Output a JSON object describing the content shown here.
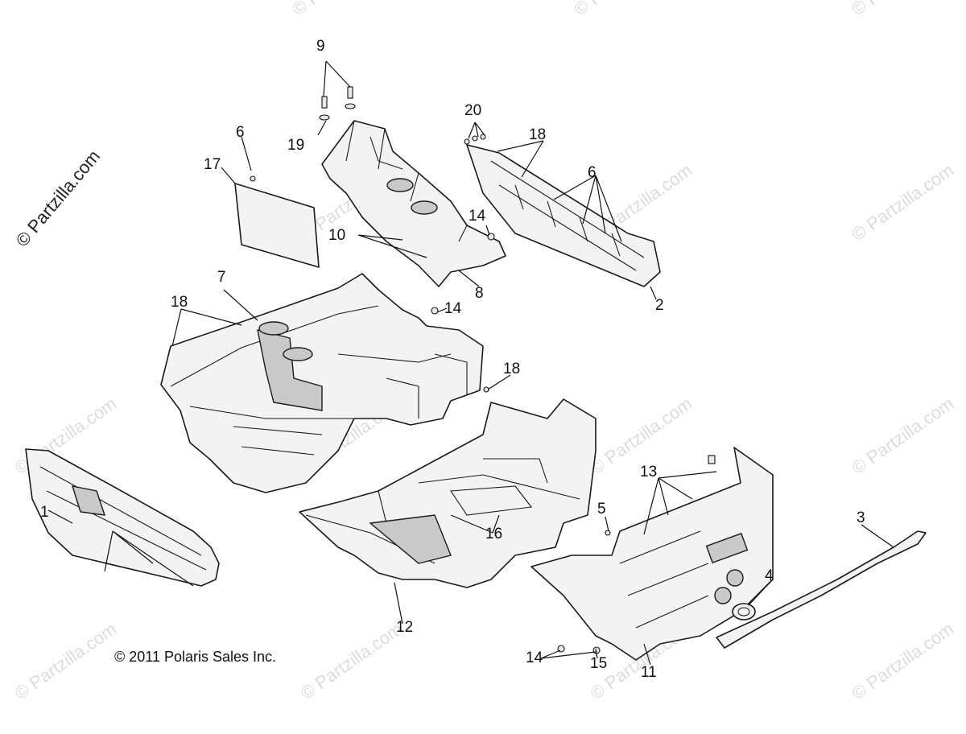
{
  "watermark": {
    "primary": "© Partzilla.com",
    "repeat": "© Partzilla.com"
  },
  "copyright": "© 2011 Polaris Sales Inc.",
  "callouts": {
    "c1": "1",
    "c2": "2",
    "c3": "3",
    "c4": "4",
    "c5": "5",
    "c6a": "6",
    "c6b": "6",
    "c7": "7",
    "c8": "8",
    "c9": "9",
    "c10": "10",
    "c11": "11",
    "c12": "12",
    "c13": "13",
    "c14a": "14",
    "c14b": "14",
    "c14c": "14",
    "c15": "15",
    "c16": "16",
    "c17": "17",
    "c18a": "18",
    "c18b": "18",
    "c18c": "18",
    "c19": "19",
    "c20": "20"
  },
  "colors": {
    "line": "#1a1a1a",
    "fill": "#f3f3f3",
    "watermark": "#dcdcdc"
  }
}
